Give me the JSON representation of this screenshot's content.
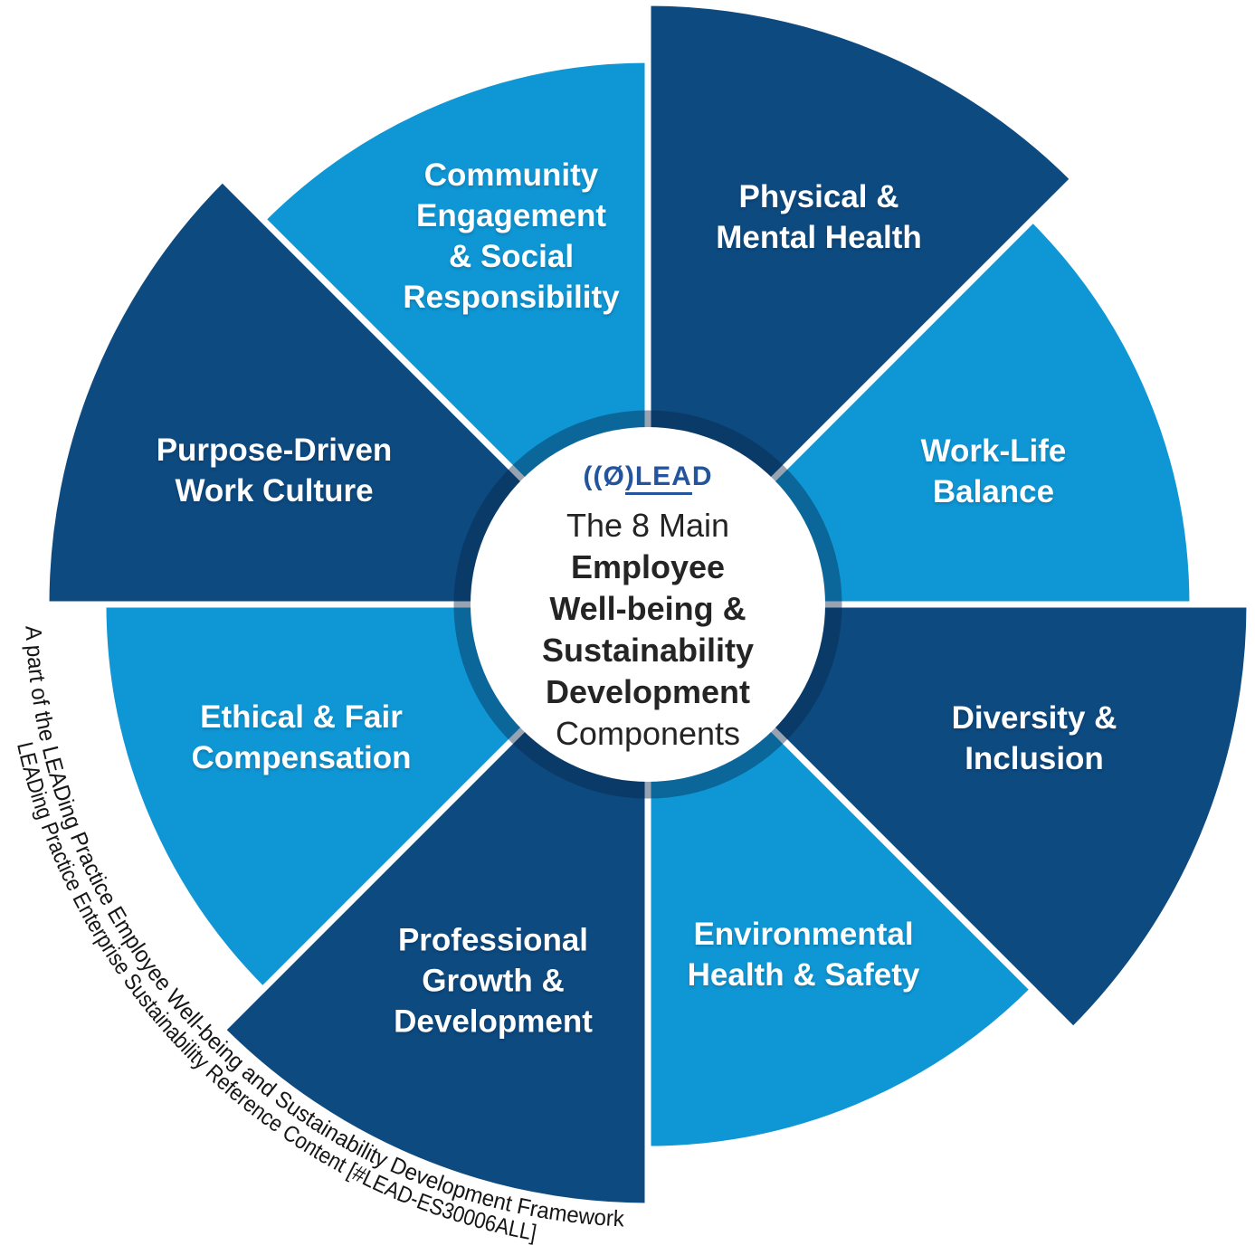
{
  "diagram": {
    "center": {
      "logo": {
        "prefix": "((Ø",
        "underlined": ")LEA",
        "suffix": "D"
      },
      "title_lines": [
        "The 8 Main",
        "Employee",
        "Well-being &",
        "Sustainability",
        "Development",
        "Components"
      ]
    },
    "segments": [
      {
        "name": "Physical & Mental Health",
        "tone": "dark",
        "lines": [
          "Physical &",
          "Mental Health"
        ]
      },
      {
        "name": "Work-Life Balance",
        "tone": "light",
        "lines": [
          "Work-Life",
          "Balance"
        ]
      },
      {
        "name": "Diversity & Inclusion",
        "tone": "dark",
        "lines": [
          "Diversity &",
          "Inclusion"
        ]
      },
      {
        "name": "Environmental Health & Safety",
        "tone": "light",
        "lines": [
          "Environmental",
          "Health & Safety"
        ]
      },
      {
        "name": "Professional Growth & Development",
        "tone": "dark",
        "lines": [
          "Professional",
          "Growth &",
          "Development"
        ]
      },
      {
        "name": "Ethical & Fair Compensation",
        "tone": "light",
        "lines": [
          "Ethical & Fair",
          "Compensation"
        ]
      },
      {
        "name": "Purpose-Driven Work Culture",
        "tone": "dark",
        "lines": [
          "Purpose-Driven",
          "Work Culture"
        ]
      },
      {
        "name": "Community Engagement & Social Responsibility",
        "tone": "light",
        "lines": [
          "Community",
          "Engagement",
          "& Social",
          "Responsibility"
        ]
      }
    ],
    "footer_arc": {
      "line1": "A part of the LEADing Practice Employee Well-being and Sustainability Development Framework",
      "line2": "LEADing Practice Enterprise Sustainability Reference Content [#LEAD-ES30006ALL]"
    },
    "palette": {
      "dark_blue": "#0D4A80",
      "light_blue": "#0F96D4",
      "ring_overlay": "rgba(8,35,72,0.42)",
      "logo_blue": "#24549C",
      "segment_label_text": "#FFFFFF",
      "center_text": "#242424",
      "arc_text": "#161616"
    }
  }
}
